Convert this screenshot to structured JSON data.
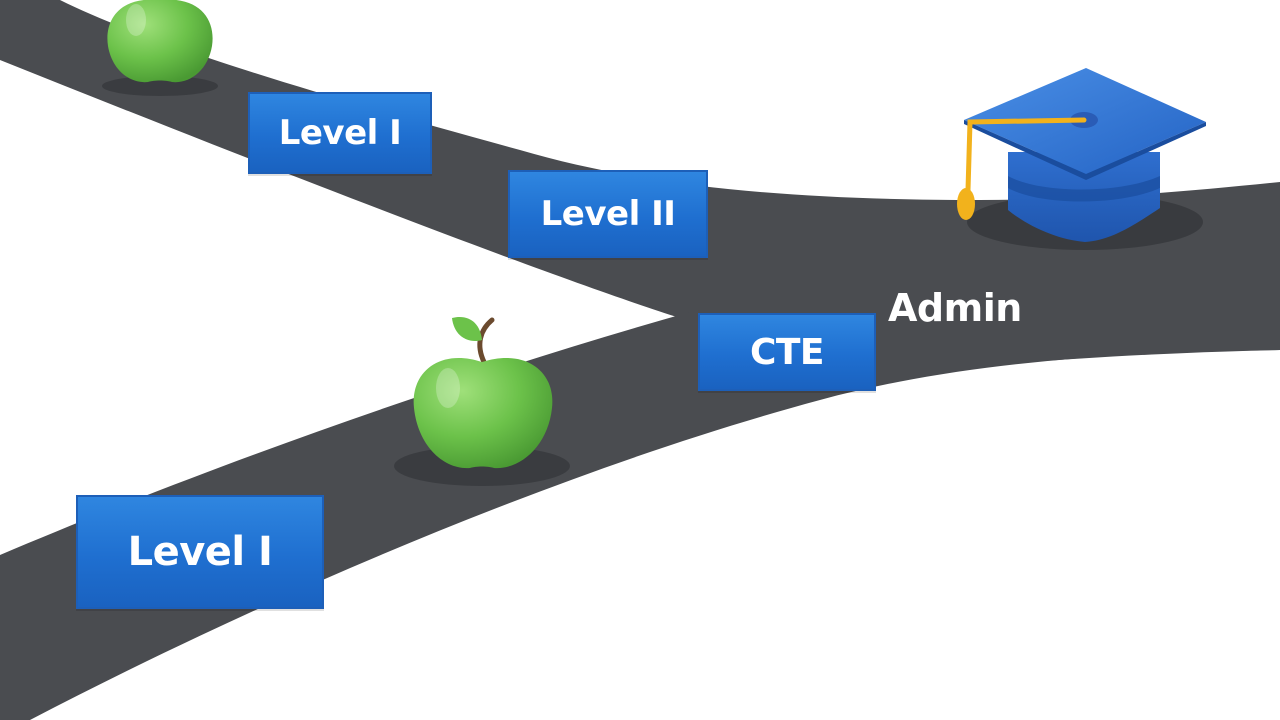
{
  "diagram": {
    "labels": {
      "level1_top": "Level I",
      "level2": "Level II",
      "cte": "CTE",
      "admin": "Admin",
      "level1_bottom": "Level I"
    },
    "icons": [
      "apple-icon",
      "apple-icon",
      "graduation-cap-icon"
    ],
    "colors": {
      "road": "#4a4c50",
      "label_blue": "#2277d8",
      "apple_green": "#6cc24a",
      "cap_blue": "#2f6fcf",
      "tassel_gold": "#f2b21c",
      "background": "#ffffff"
    }
  }
}
